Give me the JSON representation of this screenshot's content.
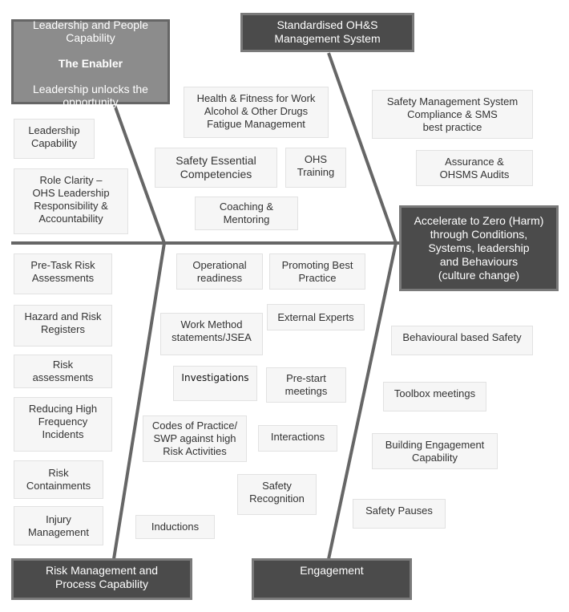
{
  "heads": {
    "leadership": {
      "line1": "Leadership and People\nCapability",
      "bold": "The Enabler",
      "line2": "Leadership unlocks the\nopportunity"
    },
    "ohs_system": "Standardised OH&S\nManagement System",
    "goal": "Accelerate to Zero (Harm)\nthrough Conditions,\nSystems, leadership\nand Behaviours\n(culture change)",
    "risk": "Risk Management and\nProcess Capability",
    "engagement": "Engagement"
  },
  "items": {
    "health": "Health & Fitness for Work\nAlcohol & Other Drugs\nFatigue Management",
    "sms": "Safety Management System\nCompliance & SMS\nbest practice",
    "leadership_capability": "Leadership\nCapability",
    "safety_essential": "Safety Essential\nCompetencies",
    "ohs_training": "OHS\nTraining",
    "assurance": "Assurance &\nOHSMS Audits",
    "role_clarity": "Role Clarity –\nOHS Leadership\nResponsibility &\nAccountability",
    "coaching": "Coaching &\nMentoring",
    "pre_task": "Pre-Task Risk\nAssessments",
    "operational": "Operational\nreadiness",
    "promoting": "Promoting Best\nPractice",
    "hazard": "Hazard and Risk\nRegisters",
    "external": "External Experts",
    "work_method": "Work Method\nstatements/JSEA",
    "behavioural": "Behavioural based Safety",
    "risk_assessments": "Risk\nassessments",
    "investigations": "Investigations",
    "pre_start": "Pre-start\nmeetings",
    "toolbox": "Toolbox meetings",
    "reducing": "Reducing High\nFrequency\nIncidents",
    "codes": "Codes of Practice/\nSWP against high\nRisk Activities",
    "interactions": "Interactions",
    "building": "Building Engagement\nCapability",
    "risk_containments": "Risk\nContainments",
    "safety_recognition": "Safety\nRecognition",
    "injury": "Injury\nManagement",
    "safety_pauses": "Safety Pauses",
    "inductions": "Inductions"
  }
}
